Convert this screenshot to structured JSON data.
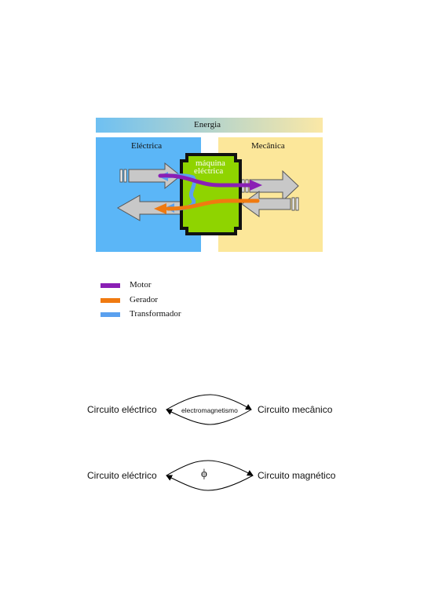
{
  "figure1": {
    "banner": "Energia",
    "left_label": "Eléctrica",
    "right_label": "Mecânica",
    "machine_label_line1": "máquina",
    "machine_label_line2": "eléctrica",
    "colors": {
      "banner_left": "#6ec0f2",
      "banner_right": "#fbe8a6",
      "electric_zone": "#5bb6f7",
      "mechanical_zone": "#fce79a",
      "machine_fill": "#8fd400",
      "motor": "#8a1fb5",
      "gerador": "#f07a10",
      "transformador": "#5aa0ef",
      "arrow_fill": "#c8c8c8"
    }
  },
  "legend": {
    "items": [
      {
        "label": "Motor",
        "color": "#8a1fb5"
      },
      {
        "label": "Gerador",
        "color": "#f07a10"
      },
      {
        "label": "Transformador",
        "color": "#5aa0ef"
      }
    ]
  },
  "relations": [
    {
      "left": "Circuito eléctrico",
      "middle": "electromagnetismo",
      "right": "Circuito mecânico"
    },
    {
      "left": "Circuito eléctrico",
      "middle": "ϕ",
      "right": "Circuito magnético"
    }
  ]
}
